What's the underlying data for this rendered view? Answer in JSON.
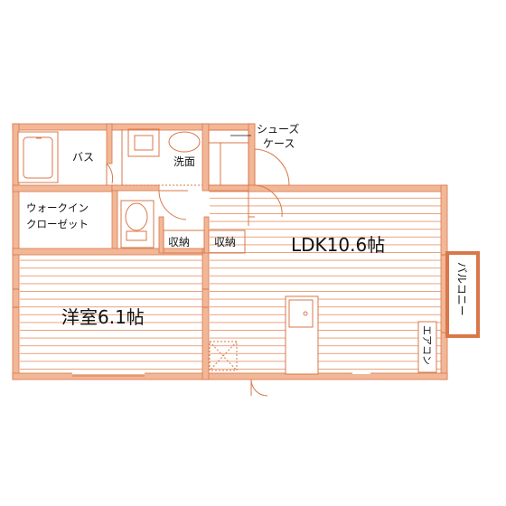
{
  "colors": {
    "wall": "#f2b796",
    "wall_stroke": "#d9774a",
    "floor_line": "#e89a72",
    "fixture": "#d9774a",
    "background": "#ffffff",
    "text": "#111111"
  },
  "rooms": {
    "bath": "バス",
    "washroom": "洗面",
    "walkin_line1": "ウォークイン",
    "walkin_line2": "クローゼット",
    "storage_left": "収納",
    "storage_right": "収納",
    "shoe_line1": "シューズ",
    "shoe_line2": "ケース",
    "ldk": "LDK10.6帖",
    "western": "洋室6.1帖",
    "balcony": "バルコニー",
    "aircon": "エアコン"
  }
}
